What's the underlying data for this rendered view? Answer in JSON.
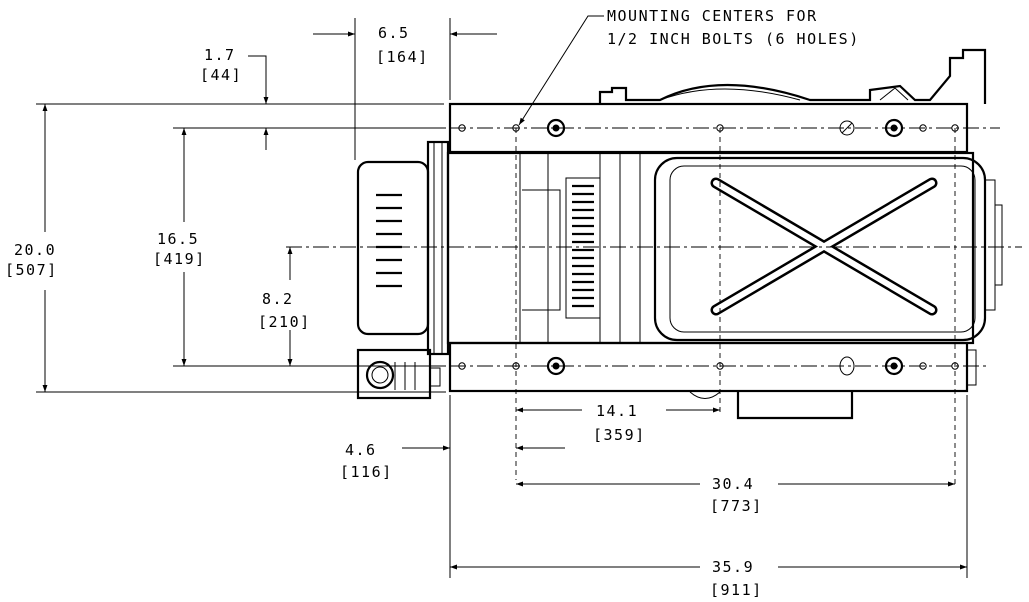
{
  "note": {
    "line1": "MOUNTING CENTERS FOR",
    "line2": "1/2 INCH BOLTS (6 HOLES)"
  },
  "dimensions": {
    "d_6_5": {
      "value": "6.5",
      "metric": "[164]"
    },
    "d_1_7": {
      "value": "1.7",
      "metric": "[44]"
    },
    "d_20_0": {
      "value": "20.0",
      "metric": "[507]"
    },
    "d_16_5": {
      "value": "16.5",
      "metric": "[419]"
    },
    "d_8_2": {
      "value": "8.2",
      "metric": "[210]"
    },
    "d_4_6": {
      "value": "4.6",
      "metric": "[116]"
    },
    "d_14_1": {
      "value": "14.1",
      "metric": "[359]"
    },
    "d_30_4": {
      "value": "30.4",
      "metric": "[773]"
    },
    "d_35_9": {
      "value": "35.9",
      "metric": "[911]"
    }
  }
}
